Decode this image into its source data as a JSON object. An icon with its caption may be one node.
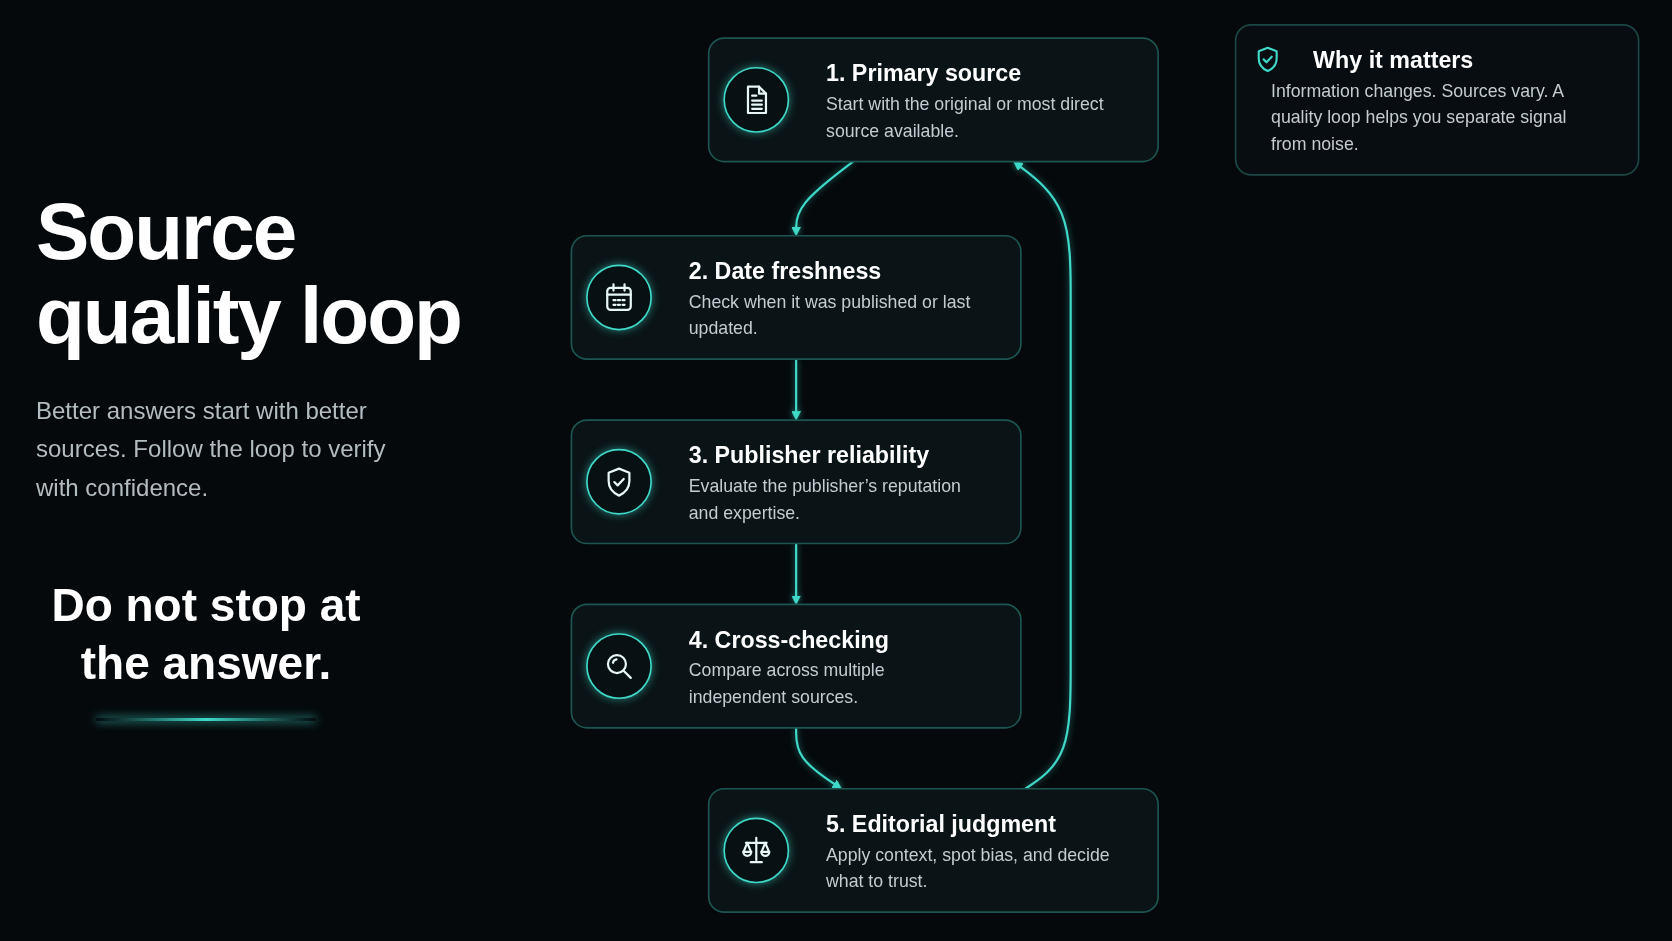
{
  "diagram": {
    "title": "Source quality loop",
    "nodes": [
      {
        "text": [
          "1. Primary source",
          "Start with the original or most direct source available."
        ]
      },
      {
        "text": [
          "2. Date freshness",
          "Check when it was published or last updated."
        ]
      },
      {
        "text": [
          "3. Publisher reliability",
          "Evaluate the publisher’s reputation and expertise."
        ]
      },
      {
        "text": [
          "4. Cross-checking",
          "Compare across multiple independent sources."
        ]
      },
      {
        "text": [
          "5. Editorial judgment",
          "Apply context, spot bias, and decide what to trust."
        ]
      },
      {
        "text": [
          "Why it matters",
          "Information changes. Sources vary. A quality loop helps you separate signal from noise."
        ]
      }
    ],
    "edges": [
      {
        "from": 0,
        "to": 1,
        "arrow": "to"
      },
      {
        "from": 1,
        "to": 2,
        "arrow": "to"
      },
      {
        "from": 2,
        "to": 3,
        "arrow": "to"
      },
      {
        "from": 3,
        "to": 4,
        "arrow": "to"
      },
      {
        "from": 4,
        "to": 0,
        "arrow": "to"
      }
    ],
    "labels": [
      "Better answers start with better sources. Follow the loop to verify with confidence.",
      "Do not stop at the answer."
    ]
  }
}
